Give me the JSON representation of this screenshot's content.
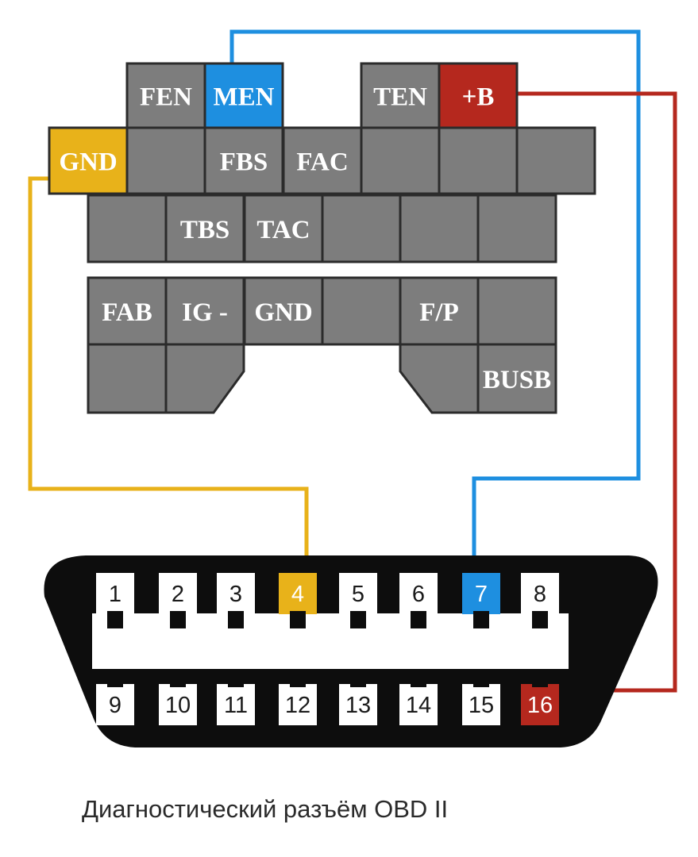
{
  "diagram": {
    "colors": {
      "cell": "#7d7d7d",
      "border": "#2b2b2b",
      "gnd": "#e8b21a",
      "men": "#1e8fe0",
      "plus_b": "#b5281e",
      "connector": "#0d0d0d",
      "pin": "#ffffff"
    },
    "diagnostic_connector": {
      "row1": [
        {
          "label": "FEN",
          "color": "gray"
        },
        {
          "label": "MEN",
          "color": "blue"
        },
        {
          "label": "TEN",
          "color": "gray"
        },
        {
          "label": "+B",
          "color": "red"
        }
      ],
      "row2": [
        {
          "label": "GND",
          "color": "yellow"
        },
        {
          "label": "",
          "color": "gray"
        },
        {
          "label": "FBS",
          "color": "gray"
        },
        {
          "label": "FAC",
          "color": "gray"
        },
        {
          "label": "",
          "color": "gray"
        },
        {
          "label": "",
          "color": "gray"
        },
        {
          "label": "",
          "color": "gray"
        }
      ],
      "row3": [
        {
          "label": "",
          "color": "gray"
        },
        {
          "label": "TBS",
          "color": "gray"
        },
        {
          "label": "TAC",
          "color": "gray"
        },
        {
          "label": "",
          "color": "gray"
        },
        {
          "label": "",
          "color": "gray"
        },
        {
          "label": "",
          "color": "gray"
        }
      ],
      "row4": [
        {
          "label": "FAB",
          "color": "gray"
        },
        {
          "label": "IG -",
          "color": "gray"
        },
        {
          "label": "GND",
          "color": "gray"
        },
        {
          "label": "",
          "color": "gray"
        },
        {
          "label": "F/P",
          "color": "gray"
        },
        {
          "label": "",
          "color": "gray"
        }
      ],
      "row5": [
        {
          "label": "",
          "color": "gray"
        },
        {
          "label": "",
          "color": "gray"
        },
        {
          "label": "",
          "color": "gray"
        },
        {
          "label": "BUSB",
          "color": "gray"
        }
      ]
    },
    "obd": {
      "top_pins": [
        "1",
        "2",
        "3",
        "4",
        "5",
        "6",
        "7",
        "8"
      ],
      "bottom_pins": [
        "9",
        "10",
        "11",
        "12",
        "13",
        "14",
        "15",
        "16"
      ],
      "highlighted": {
        "4": "yellow",
        "7": "blue",
        "16": "red"
      }
    },
    "wires": [
      {
        "from": "GND",
        "to": "4",
        "color": "yellow"
      },
      {
        "from": "MEN",
        "to": "7",
        "color": "blue"
      },
      {
        "from": "+B",
        "to": "16",
        "color": "red"
      }
    ],
    "caption": "Диагностический разъём OBD II"
  }
}
